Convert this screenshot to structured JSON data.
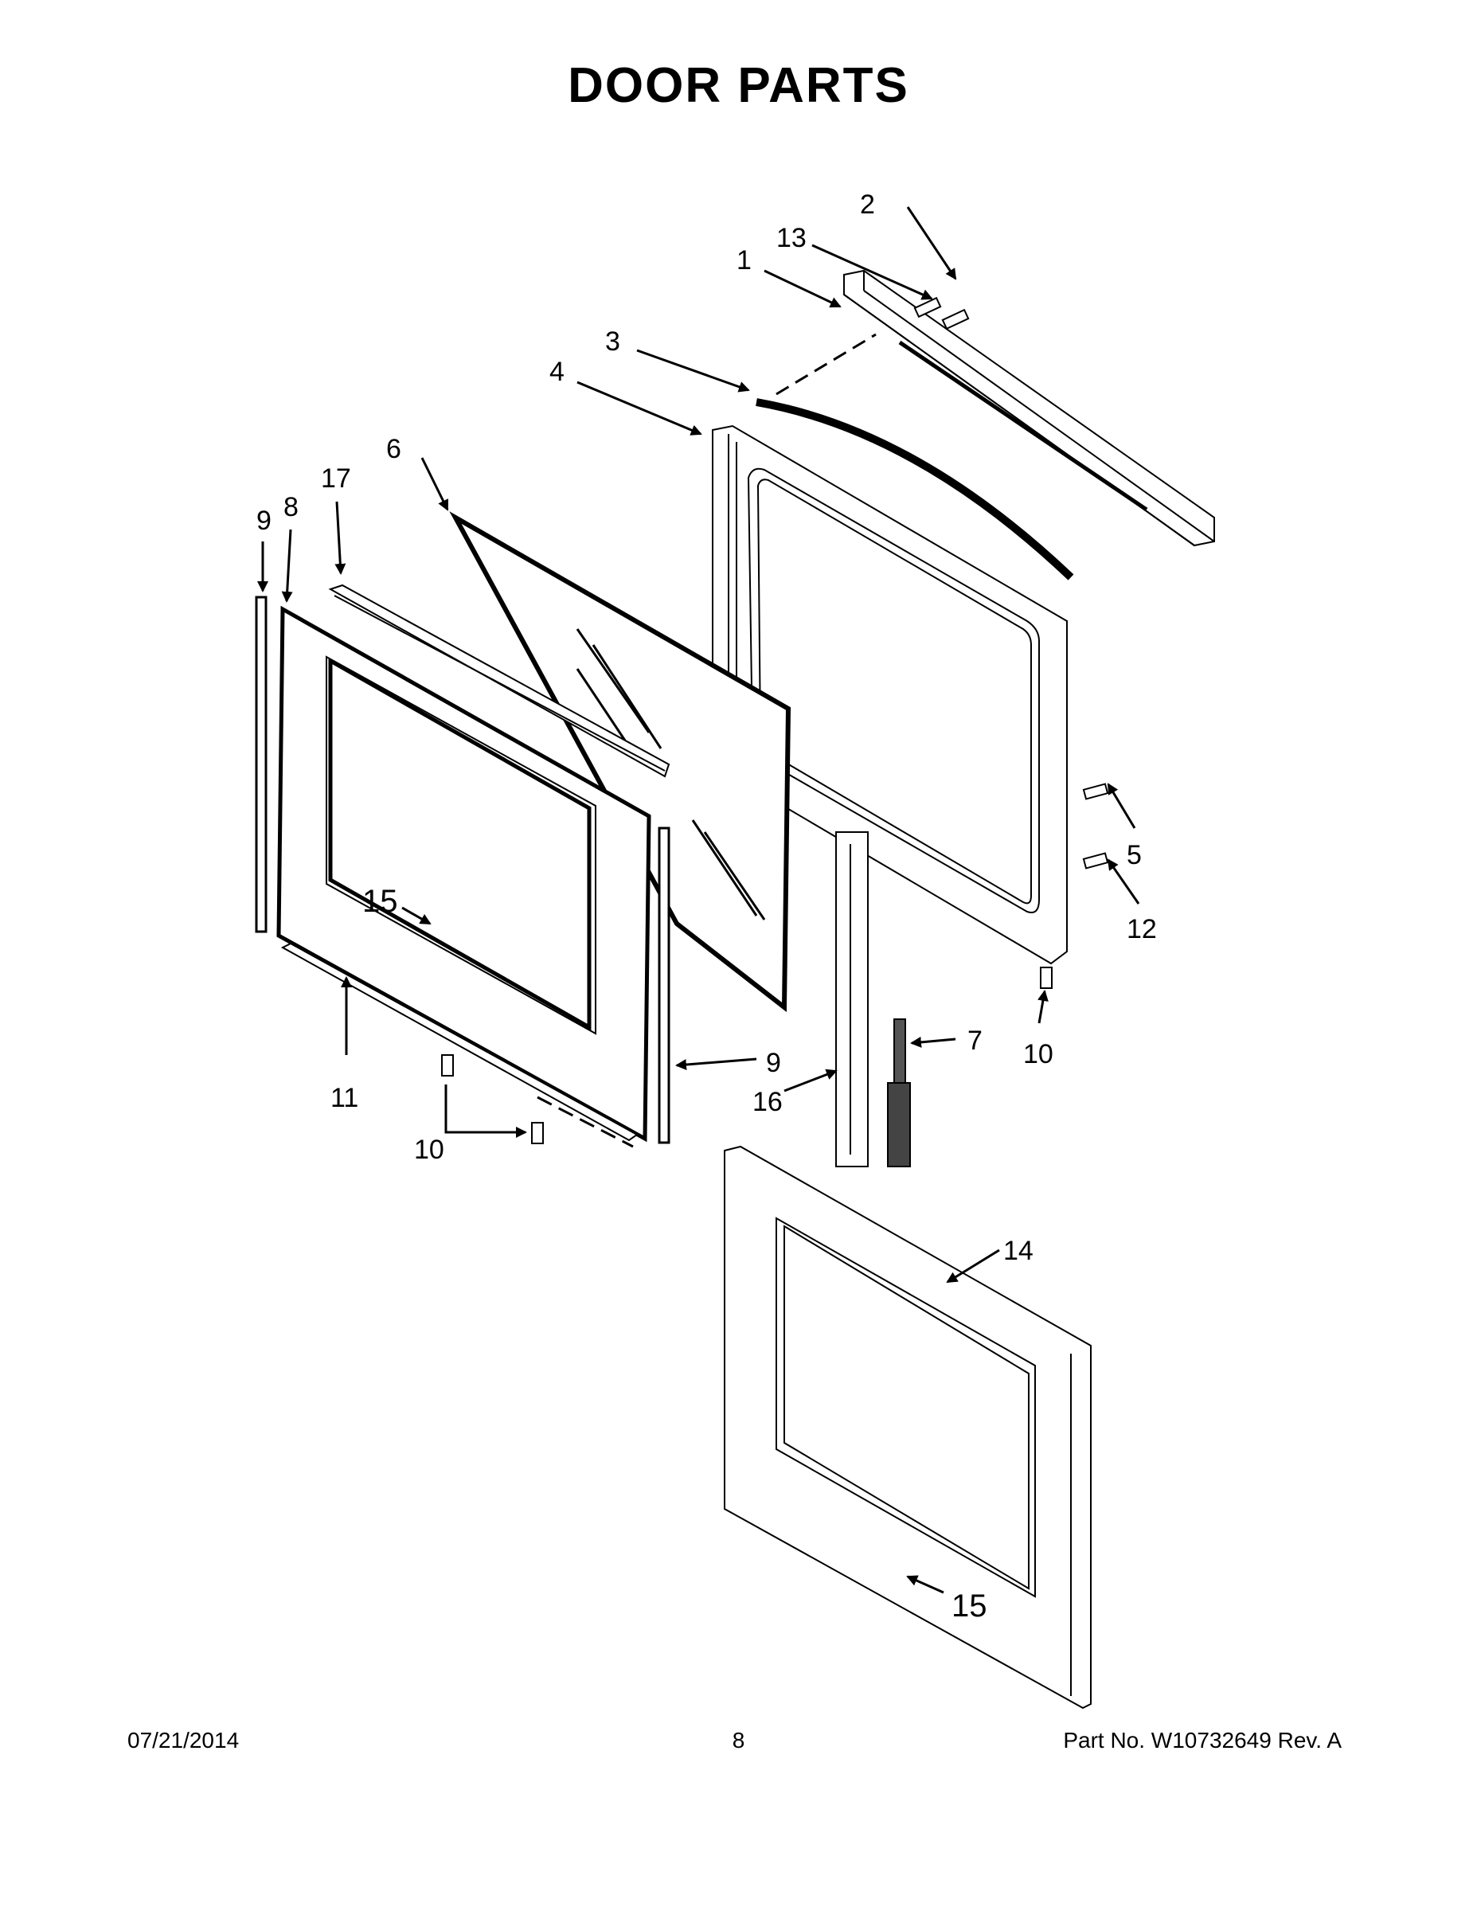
{
  "title": "DOOR PARTS",
  "callouts": [
    "2",
    "13",
    "1",
    "3",
    "4",
    "6",
    "17",
    "9",
    "8",
    "5",
    "12",
    "15",
    "7",
    "10",
    "11",
    "9",
    "16",
    "10",
    "14",
    "15"
  ],
  "footer": {
    "date": "07/21/2014",
    "page": "8",
    "part": "Part No.  W10732649  Rev.  A"
  }
}
